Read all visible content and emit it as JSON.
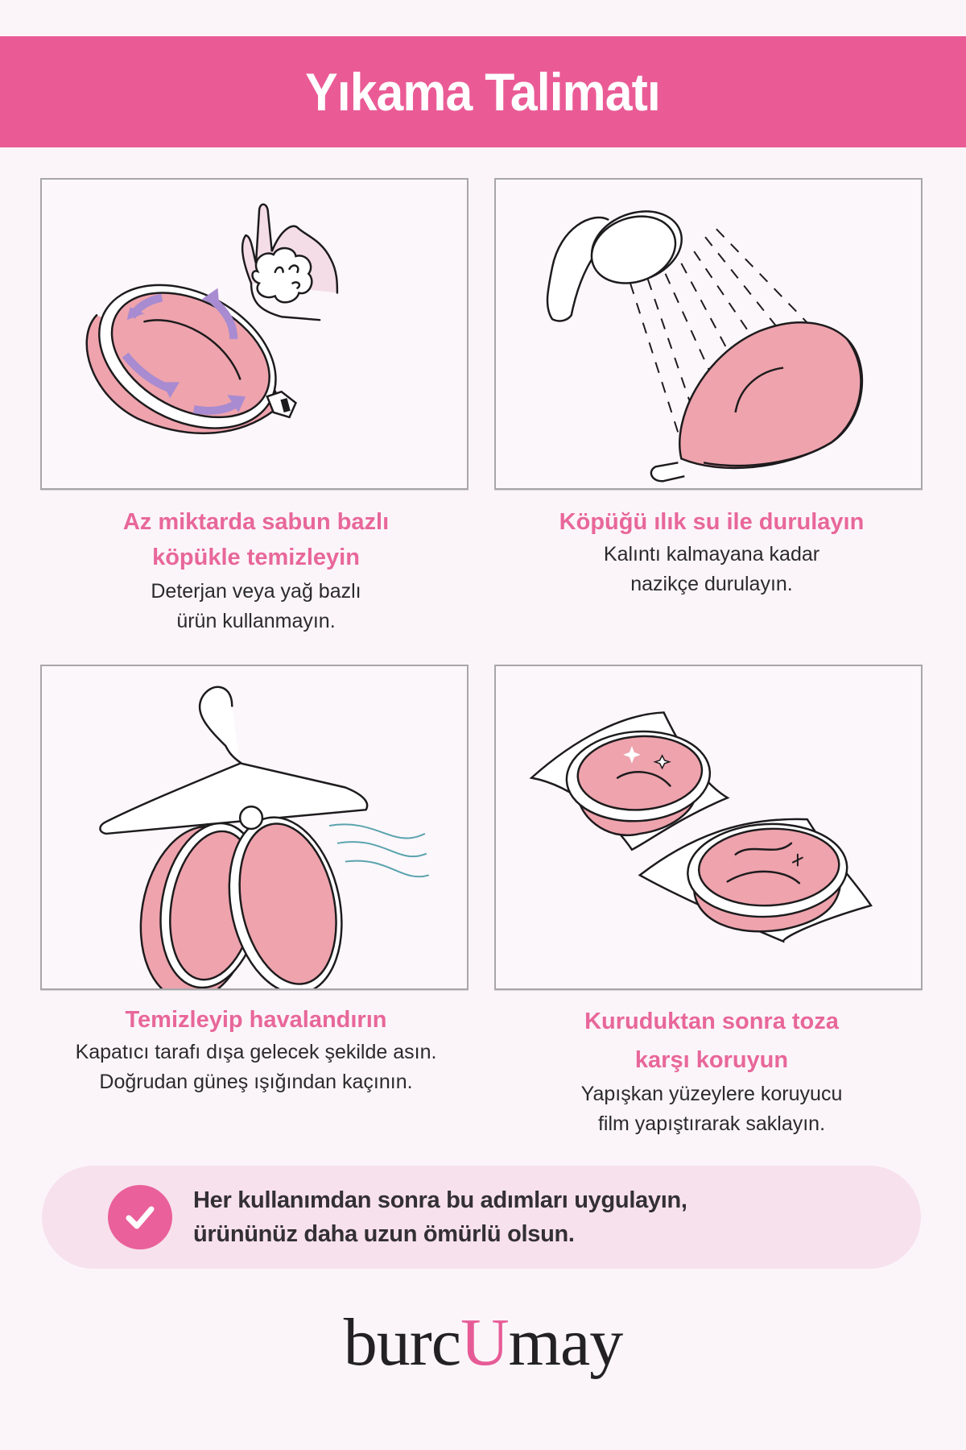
{
  "header": {
    "title": "Yıkama Talimatı"
  },
  "steps": [
    {
      "title": "Az miktarda sabun bazlı\nköpükle temizleyin",
      "title_line1": "Az miktarda sabun bazlı",
      "title_line2": "köpükle temizleyin",
      "description": "Deterjan veya yağ bazlı\nürün kullanmayın.",
      "illustration": "cup-with-foam-hand-icon"
    },
    {
      "title_line1": "Köpüğü ılık su ile durulayın",
      "description": "Kalıntı kalmayana kadar\nnazikçe durulayın.",
      "illustration": "shower-rinse-icon"
    },
    {
      "title_line1": "Temizleyip havalandırın",
      "description": "Kapatıcı tarafı dışa gelecek şekilde asın.\nDoğrudan güneş ışığından kaçının.",
      "illustration": "hanger-dry-icon"
    },
    {
      "title_line1": "Kuruduktan sonra toza",
      "title_line2": "karşı koruyun",
      "description": "Yapışkan yüzeylere koruyucu\nfilm yapıştırarak saklayın.",
      "illustration": "protective-film-icon"
    }
  ],
  "note": {
    "icon": "check-icon",
    "text": "Her kullanımdan sonra bu adımları uygulayın,\nürününüz daha uzun ömürlü olsun."
  },
  "brand": {
    "part1": "burc",
    "highlight": "U",
    "part2": "may"
  },
  "colors": {
    "accent": "#ea5b96",
    "cup_pink": "#eea3ad",
    "arrow_purple": "#a88bd0",
    "air_teal": "#5aa3ad"
  }
}
